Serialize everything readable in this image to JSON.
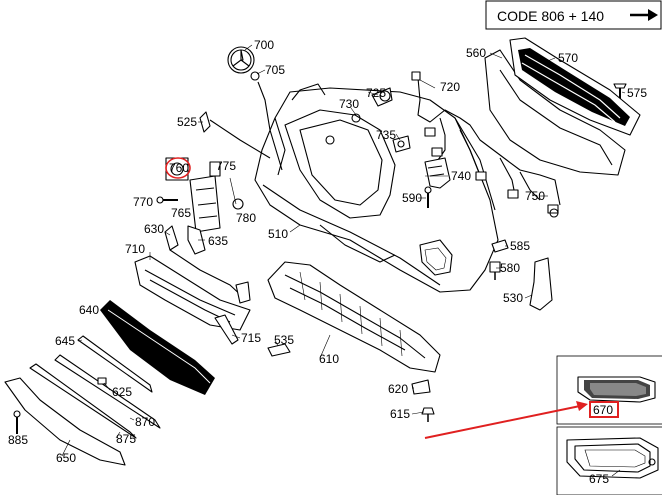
{
  "code_box": {
    "text": "CODE 806 + 140",
    "arrow_icon": "right-arrow-icon"
  },
  "highlight_color": "#e02020",
  "parts": [
    {
      "id": "700",
      "label": "700"
    },
    {
      "id": "705",
      "label": "705"
    },
    {
      "id": "725",
      "label": "725"
    },
    {
      "id": "730",
      "label": "730"
    },
    {
      "id": "720",
      "label": "720"
    },
    {
      "id": "735",
      "label": "735"
    },
    {
      "id": "560",
      "label": "560"
    },
    {
      "id": "570",
      "label": "570"
    },
    {
      "id": "575",
      "label": "575"
    },
    {
      "id": "525",
      "label": "525"
    },
    {
      "id": "760",
      "label": "760"
    },
    {
      "id": "775",
      "label": "775"
    },
    {
      "id": "770",
      "label": "770"
    },
    {
      "id": "765",
      "label": "765"
    },
    {
      "id": "780",
      "label": "780"
    },
    {
      "id": "740",
      "label": "740"
    },
    {
      "id": "590",
      "label": "590"
    },
    {
      "id": "750",
      "label": "750"
    },
    {
      "id": "510",
      "label": "510"
    },
    {
      "id": "630",
      "label": "630"
    },
    {
      "id": "635",
      "label": "635"
    },
    {
      "id": "710",
      "label": "710"
    },
    {
      "id": "585",
      "label": "585"
    },
    {
      "id": "580",
      "label": "580"
    },
    {
      "id": "530",
      "label": "530"
    },
    {
      "id": "640",
      "label": "640"
    },
    {
      "id": "715",
      "label": "715"
    },
    {
      "id": "535",
      "label": "535"
    },
    {
      "id": "645",
      "label": "645"
    },
    {
      "id": "610",
      "label": "610"
    },
    {
      "id": "625",
      "label": "625"
    },
    {
      "id": "620",
      "label": "620"
    },
    {
      "id": "615",
      "label": "615"
    },
    {
      "id": "870",
      "label": "870"
    },
    {
      "id": "885",
      "label": "885"
    },
    {
      "id": "875",
      "label": "875"
    },
    {
      "id": "650",
      "label": "650"
    },
    {
      "id": "670",
      "label": "670"
    },
    {
      "id": "675",
      "label": "675"
    }
  ]
}
